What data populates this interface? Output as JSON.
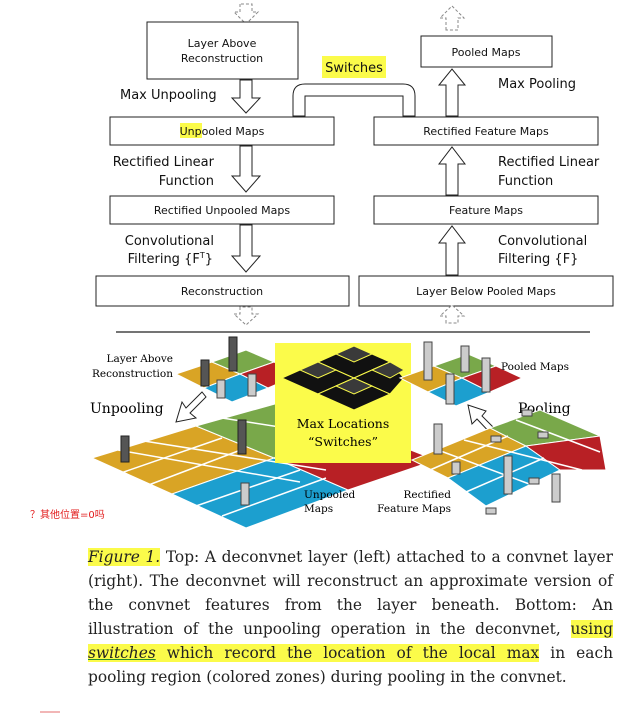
{
  "top": {
    "left": {
      "layer_above": "Layer Above Reconstruction",
      "max_unpooling": "Max Unpooling",
      "unpooled_maps_prefix": "Un",
      "unpooled_maps_rest": "pooled Maps",
      "rectified_linear": "Rectified Linear Function",
      "rectified_unpooled_maps": "Rectified Unpooled Maps",
      "conv_filtering_line1": "Convolutional",
      "conv_filtering_line2": "Filtering {F",
      "conv_filtering_sup": "T",
      "conv_filtering_end": "}",
      "reconstruction": "Reconstruction"
    },
    "switches": "Switches",
    "right": {
      "pooled_maps": "Pooled Maps",
      "max_pooling": "Max Pooling",
      "rectified_feature_maps": "Rectified Feature Maps",
      "rectified_linear": "Rectified Linear Function",
      "feature_maps": "Feature Maps",
      "conv_filtering_line1": "Convolutional",
      "conv_filtering_line2": "Filtering {F}",
      "layer_below": "Layer Below Pooled Maps"
    }
  },
  "bottom": {
    "layer_above": "Layer Above Reconstruction",
    "unpooling": "Unpooling",
    "max_locations_line1": "Max Locations",
    "max_locations_line2": "“Switches”",
    "unpooled_maps": "Unpooled Maps",
    "pooled_maps": "Pooled Maps",
    "pooling": "Pooling",
    "rectified_feature_maps": "Rectified Feature Maps"
  },
  "note": "？其他位置=0吗",
  "caption": {
    "fig_label": "Figure 1.",
    "text1": " Top: A deconvnet layer (left) attached to a convnet layer (right). The deconvnet will reconstruct an approximate version of the convnet features from the layer beneath. Bottom: An illustration of the unpooling operation in the deconvnet, ",
    "hl_using": "using ",
    "hl_switches": "switches",
    "hl_rest": " which record the location of the local max",
    "text2": " in each pooling region (colored zones) during pooling in the convnet."
  },
  "colors": {
    "highlight": "#fbfb4a",
    "orange": "#d9a425",
    "green": "#79a84a",
    "blue": "#1c9fcf",
    "red": "#b82025",
    "note_red": "#e21c1c"
  }
}
